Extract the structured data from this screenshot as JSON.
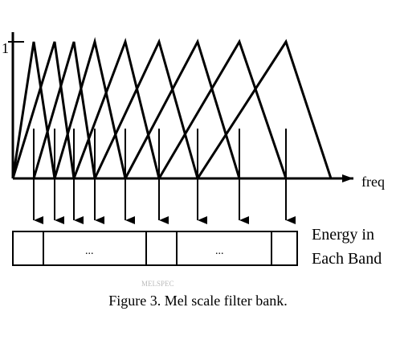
{
  "figure": {
    "y_tick_label": "1",
    "x_axis_label": "freq",
    "output_label_line1": "Energy in",
    "output_label_line2": "Each Band",
    "ellipsis_1": "...",
    "ellipsis_2": "...",
    "faint_text": "MELSPEC",
    "caption": "Figure 3. Mel scale filter bank.",
    "filter_count": 9
  }
}
